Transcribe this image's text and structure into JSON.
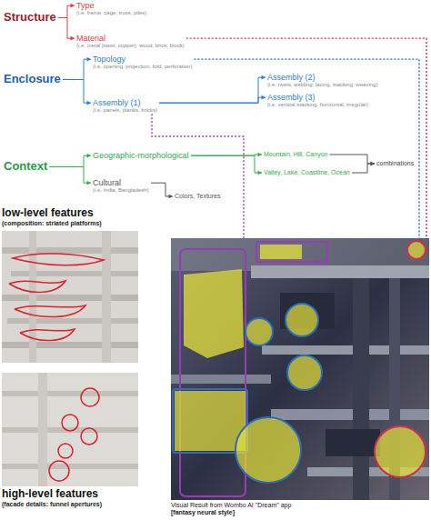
{
  "diagram": {
    "nodes": [
      {
        "text": [
          "Structure"
        ]
      },
      {
        "text": [
          "Type",
          "(i.e. frame, cage, truss, piles)"
        ]
      },
      {
        "text": [
          "Material",
          "(i.e. metal [steel, copper], wood, brick, block)"
        ]
      },
      {
        "text": [
          "Enclosure"
        ]
      },
      {
        "text": [
          "Topology",
          "(i.e. opening, projection, fold, perforation)"
        ]
      },
      {
        "text": [
          "Assembly (1)",
          "(i.e. panels, planks, bricks)"
        ]
      },
      {
        "text": [
          "Assembly (2)",
          "(i.e. rivets, welding, lacing, stacking, weaving)"
        ]
      },
      {
        "text": [
          "Assembly (3)",
          "(i.e. vertical stacking, horizontal, irregular)"
        ]
      },
      {
        "text": [
          "Context"
        ]
      },
      {
        "text": [
          "Geographic-morphological"
        ]
      },
      {
        "text": [
          "Mountain, Hill, Canyon"
        ]
      },
      {
        "text": [
          "Valley, Lake, Coastline, Ocean"
        ]
      },
      {
        "text": [
          "combinations"
        ]
      },
      {
        "text": [
          "Cultural",
          "(i.e. India, Bangladesh)"
        ]
      },
      {
        "text": [
          "Colors, Textures"
        ]
      },
      {
        "text": [
          "low-level features",
          "(composition: striated platforms)"
        ]
      },
      {
        "text": [
          "high-level features",
          "(facade details: funnel apertures)"
        ]
      },
      {
        "text": [
          "Visual Result from Wombo AI \"Dream\" app",
          "[fantasy neural style]"
        ]
      }
    ],
    "edges": [
      {
        "from": 0,
        "to": 1,
        "arrow": "to"
      },
      {
        "from": 0,
        "to": 2,
        "arrow": "to"
      },
      {
        "from": 3,
        "to": 4,
        "arrow": "to"
      },
      {
        "from": 3,
        "to": 5,
        "arrow": "to"
      },
      {
        "from": 5,
        "to": 6,
        "arrow": "to"
      },
      {
        "from": 5,
        "to": 7,
        "arrow": "to"
      },
      {
        "from": 8,
        "to": 9,
        "arrow": "to"
      },
      {
        "from": 8,
        "to": 13,
        "arrow": "to"
      },
      {
        "from": 9,
        "to": 10,
        "arrow": "to"
      },
      {
        "from": 9,
        "to": 11,
        "arrow": "to"
      },
      {
        "from": 10,
        "to": 12,
        "arrow": "to"
      },
      {
        "from": 11,
        "to": 12,
        "arrow": "to"
      },
      {
        "from": 13,
        "to": 14,
        "arrow": "to"
      },
      {
        "from": 2,
        "to": 17,
        "arrow": "none"
      },
      {
        "from": 4,
        "to": 17,
        "arrow": "none"
      },
      {
        "from": 5,
        "to": 17,
        "arrow": "none"
      }
    ]
  }
}
